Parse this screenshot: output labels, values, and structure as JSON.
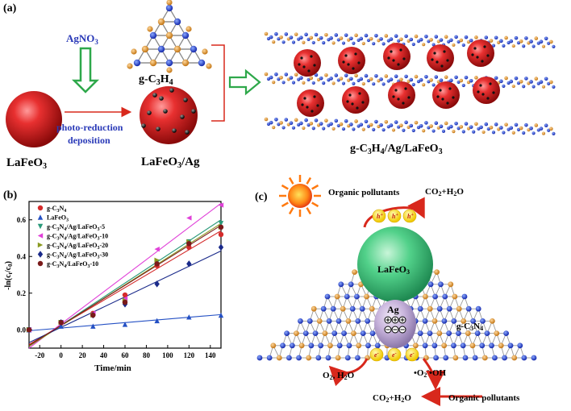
{
  "panel_a": {
    "label": "(a)",
    "agno3": "AgNO",
    "agno3_sub": "3",
    "gc3n4_a": "g-C",
    "gc3n4_sub1": "3",
    "gc3n4_b": "H",
    "gc3n4_sub2": "4",
    "lafeo3_a": "LaFeO",
    "lafeo3_sub": "3",
    "photo_line1": "photo-reduction",
    "photo_line2": "deposition",
    "lafeo3ag_a": "LaFeO",
    "lafeo3ag_sub": "3",
    "lafeo3ag_b": "/Ag",
    "composite_a": "g-C",
    "composite_sub1": "3",
    "composite_b": "H",
    "composite_sub2": "4",
    "composite_c": "/Ag/LaFeO",
    "composite_sub3": "3"
  },
  "panel_b": {
    "label": "(b)",
    "chart_data": {
      "type": "scatter",
      "xlabel": "Time/min",
      "ylabel": "-ln(c",
      "ylabel_sub1": "t",
      "ylabel_mid": "/c",
      "ylabel_sub2": "0",
      "ylabel_end": ")",
      "xlim": [
        -30,
        150
      ],
      "ylim": [
        -0.1,
        0.7
      ],
      "xticks": [
        "-20",
        "0",
        "20",
        "40",
        "60",
        "80",
        "100",
        "120",
        "140"
      ],
      "yticks": [
        "0.0",
        "0.2",
        "0.4",
        "0.6"
      ],
      "x": [
        -30,
        0,
        30,
        60,
        90,
        120,
        150
      ],
      "series": [
        {
          "name": "g-C3N4",
          "color": "#d42a2a",
          "marker": "circle",
          "values": [
            0.0,
            0.04,
            0.09,
            0.19,
            0.35,
            0.45,
            0.52
          ],
          "line": [
            [
              -30,
              -0.08
            ],
            [
              150,
              0.54
            ]
          ]
        },
        {
          "name": "LaFeO3",
          "color": "#2450c4",
          "marker": "triangle",
          "values": [
            0.0,
            0.02,
            0.02,
            0.03,
            0.05,
            0.07,
            0.08
          ],
          "line": [
            [
              -30,
              -0.005
            ],
            [
              150,
              0.083
            ]
          ]
        },
        {
          "name": "g-C3N4/Ag/LaFeO3-5",
          "color": "#2a9a7a",
          "marker": "triangle-down",
          "values": [
            0.0,
            0.04,
            0.08,
            0.16,
            0.37,
            0.48,
            0.58
          ],
          "line": [
            [
              -30,
              -0.09
            ],
            [
              150,
              0.6
            ]
          ]
        },
        {
          "name": "g-C3N4/Ag/LaFeO3-10",
          "color": "#e040d8",
          "marker": "triangle-left",
          "values": [
            0.0,
            0.04,
            0.09,
            0.17,
            0.44,
            0.61,
            0.68
          ],
          "line": [
            [
              -30,
              -0.1
            ],
            [
              150,
              0.69
            ]
          ]
        },
        {
          "name": "g-C3N4/Ag/LaFeO3-20",
          "color": "#8a9a20",
          "marker": "triangle-right",
          "values": [
            0.0,
            0.04,
            0.08,
            0.16,
            0.38,
            0.48,
            0.56
          ],
          "line": [
            [
              -30,
              -0.09
            ],
            [
              150,
              0.58
            ]
          ]
        },
        {
          "name": "g-C3N4/Ag/LaFeO3-30",
          "color": "#1a2a8a",
          "marker": "diamond",
          "values": [
            0.0,
            0.04,
            0.08,
            0.14,
            0.25,
            0.36,
            0.45
          ],
          "line": [
            [
              -30,
              -0.07
            ],
            [
              150,
              0.43
            ]
          ]
        },
        {
          "name": "g-C3N4/LaFeO3-10",
          "color": "#7a1a1a",
          "marker": "circle",
          "values": [
            0.0,
            0.04,
            0.08,
            0.15,
            0.36,
            0.47,
            0.56
          ],
          "line": [
            [
              -30,
              -0.085
            ],
            [
              150,
              0.57
            ]
          ]
        }
      ]
    },
    "legend": [
      {
        "a": "g-C",
        "s1": "3",
        "b": "N",
        "s2": "4",
        "c": "",
        "s3": "",
        "d": ""
      },
      {
        "a": "LaFeO",
        "s1": "3",
        "b": "",
        "s2": "",
        "c": "",
        "s3": "",
        "d": ""
      },
      {
        "a": "g-C",
        "s1": "3",
        "b": "N",
        "s2": "4",
        "c": "/Ag/LaFeO",
        "s3": "3",
        "d": "-5"
      },
      {
        "a": "g-C",
        "s1": "3",
        "b": "N",
        "s2": "4",
        "c": "/Ag/LaFeO",
        "s3": "3",
        "d": "-10"
      },
      {
        "a": "g-C",
        "s1": "3",
        "b": "N",
        "s2": "4",
        "c": "/Ag/LaFeO",
        "s3": "3",
        "d": "-20"
      },
      {
        "a": "g-C",
        "s1": "3",
        "b": "N",
        "s2": "4",
        "c": "/Ag/LaFeO",
        "s3": "3",
        "d": "-30"
      },
      {
        "a": "g-C",
        "s1": "3",
        "b": "N",
        "s2": "4",
        "c": "/LaFeO",
        "s3": "3",
        "d": "-10"
      }
    ]
  },
  "panel_c": {
    "label": "(c)",
    "organic_top": "Organic pollutants",
    "co2_top_a": "CO",
    "co2_top_sub": "2",
    "co2_top_b": "+H",
    "co2_top_sub2": "2",
    "co2_top_c": "O",
    "hole": "h",
    "hole_sup": "+",
    "electron": "e",
    "electron_sup": "-",
    "lafeo3_a": "LaFeO",
    "lafeo3_sub": "3",
    "ag": "Ag",
    "gc3n4_a": "g-C",
    "gc3n4_sub1": "3",
    "gc3n4_b": "N",
    "gc3n4_sub2": "4",
    "o2_a": "O",
    "o2_sub": "2",
    "o2_b": ", H",
    "o2_sub2": "2",
    "o2_c": "O",
    "radical_a": "•O",
    "radical_sub": "2",
    "radical_sup": "-",
    "radical_b": "•OH",
    "co2_bot_a": "CO",
    "co2_bot_sub": "2",
    "co2_bot_b": "+H",
    "co2_bot_sub2": "2",
    "co2_bot_c": "O",
    "organic_bottom": "Organic pollutants"
  }
}
